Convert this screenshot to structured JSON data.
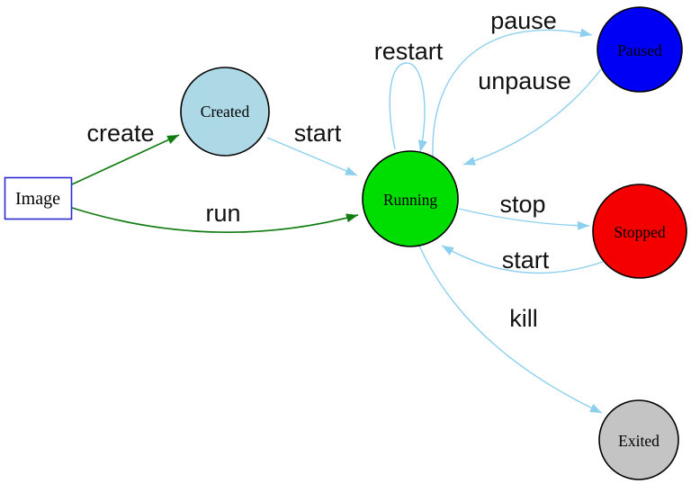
{
  "diagram": {
    "type": "state-diagram",
    "subject": "container lifecycle states",
    "background": "#ffffff",
    "colors": {
      "edge_blue": "#8dd0ee",
      "edge_green": "#117c11",
      "edge_label": "#111111",
      "node_border": "#000000",
      "image_box_border": "#2b2bd6"
    },
    "nodes": [
      {
        "id": "image",
        "label": "Image",
        "shape": "rectangle",
        "fill": "#ffffff",
        "border": "#2b2bd6",
        "text_color": "#000000"
      },
      {
        "id": "created",
        "label": "Created",
        "shape": "circle",
        "fill": "#add8e6",
        "border": "#000000",
        "text_color": "#000000"
      },
      {
        "id": "running",
        "label": "Running",
        "shape": "circle",
        "fill": "#00dd00",
        "border": "#000000",
        "text_color": "#000000"
      },
      {
        "id": "paused",
        "label": "Paused",
        "shape": "circle",
        "fill": "#0000f5",
        "border": "#000000",
        "text_color": "#000000"
      },
      {
        "id": "stopped",
        "label": "Stopped",
        "shape": "circle",
        "fill": "#f40000",
        "border": "#000000",
        "text_color": "#000000"
      },
      {
        "id": "exited",
        "label": "Exited",
        "shape": "circle",
        "fill": "#c4c4c4",
        "border": "#000000",
        "text_color": "#000000"
      }
    ],
    "edges": [
      {
        "from": "image",
        "to": "created",
        "label": "create",
        "color": "#117c11"
      },
      {
        "from": "image",
        "to": "running",
        "label": "run",
        "color": "#117c11"
      },
      {
        "from": "created",
        "to": "running",
        "label": "start",
        "color": "#8dd0ee"
      },
      {
        "from": "running",
        "to": "running",
        "label": "restart",
        "color": "#8dd0ee"
      },
      {
        "from": "running",
        "to": "paused",
        "label": "pause",
        "color": "#8dd0ee"
      },
      {
        "from": "paused",
        "to": "running",
        "label": "unpause",
        "color": "#8dd0ee"
      },
      {
        "from": "running",
        "to": "stopped",
        "label": "stop",
        "color": "#8dd0ee"
      },
      {
        "from": "stopped",
        "to": "running",
        "label": "start",
        "color": "#8dd0ee"
      },
      {
        "from": "running",
        "to": "exited",
        "label": "kill",
        "color": "#8dd0ee"
      }
    ]
  }
}
